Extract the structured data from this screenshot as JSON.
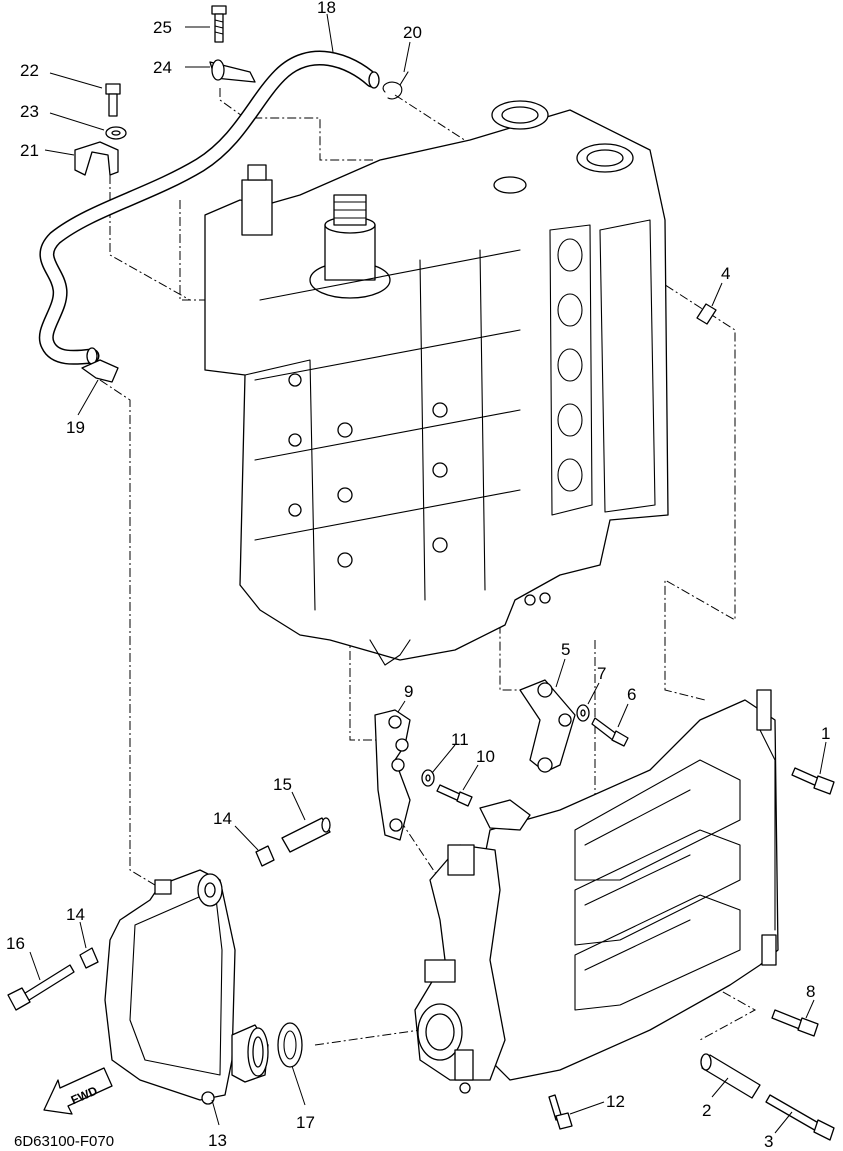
{
  "drawing_code": "6D63100-F070",
  "fwd_label": "FWD",
  "callouts": [
    {
      "id": "c1",
      "label": "1"
    },
    {
      "id": "c2",
      "label": "2"
    },
    {
      "id": "c3",
      "label": "3"
    },
    {
      "id": "c4",
      "label": "4"
    },
    {
      "id": "c5",
      "label": "5"
    },
    {
      "id": "c6",
      "label": "6"
    },
    {
      "id": "c7",
      "label": "7"
    },
    {
      "id": "c8",
      "label": "8"
    },
    {
      "id": "c9",
      "label": "9"
    },
    {
      "id": "c10",
      "label": "10"
    },
    {
      "id": "c11",
      "label": "11"
    },
    {
      "id": "c12",
      "label": "12"
    },
    {
      "id": "c13",
      "label": "13"
    },
    {
      "id": "c14a",
      "label": "14"
    },
    {
      "id": "c14b",
      "label": "14"
    },
    {
      "id": "c15",
      "label": "15"
    },
    {
      "id": "c16",
      "label": "16"
    },
    {
      "id": "c17",
      "label": "17"
    },
    {
      "id": "c18",
      "label": "18"
    },
    {
      "id": "c19",
      "label": "19"
    },
    {
      "id": "c20",
      "label": "20"
    },
    {
      "id": "c21",
      "label": "21"
    },
    {
      "id": "c22",
      "label": "22"
    },
    {
      "id": "c23",
      "label": "23"
    },
    {
      "id": "c24",
      "label": "24"
    },
    {
      "id": "c25",
      "label": "25"
    }
  ]
}
